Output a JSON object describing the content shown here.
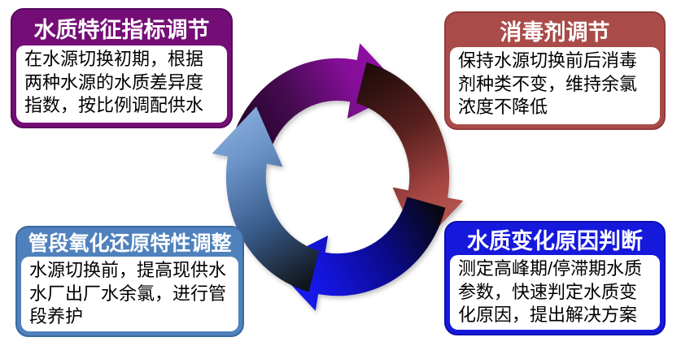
{
  "page": {
    "background": "#ffffff",
    "description": "四段循环图：水源切换水质调控措施"
  },
  "boxes": {
    "top_left": {
      "title": "水质特征指标调节",
      "body": "在水源切换初期，根据两种水源的水质差异度指数，按比例调配供水",
      "header_color": "#740E76",
      "border_color": "#57085A"
    },
    "top_right": {
      "title": "消毒剂调节",
      "body": "保持水源切换前后消毒剂种类不变，维持余氯浓度不降低",
      "header_color": "#A94C49",
      "border_color": "#8F3B39"
    },
    "bottom_left": {
      "title": "管段氧化还原特性调整",
      "body": "水源切换前，提高现供水水厂出厂水余氯，进行管段养护",
      "header_color": "#4F81BD",
      "border_color": "#39699F"
    },
    "bottom_right": {
      "title": "水质变化原因判断",
      "body": "测定高峰期/停滞期水质参数，快速判定水质变化原因，提出解决方案",
      "header_color": "#1619DC",
      "border_color": "#0D0FB0"
    }
  },
  "cycle": {
    "direction": "clockwise",
    "arrows": [
      {
        "name": "top-arrow",
        "points": "up-right",
        "head_color": "#8E17A2",
        "tail_color": "#1A0320"
      },
      {
        "name": "right-arrow",
        "points": "down",
        "head_color": "#BA5A54",
        "tail_color": "#1F0C0B"
      },
      {
        "name": "bottom-arrow",
        "points": "left",
        "head_color": "#1B1BF2",
        "tail_color": "#07070F"
      },
      {
        "name": "left-arrow",
        "points": "up",
        "head_color": "#7FA3D4",
        "tail_color": "#101318"
      }
    ]
  }
}
